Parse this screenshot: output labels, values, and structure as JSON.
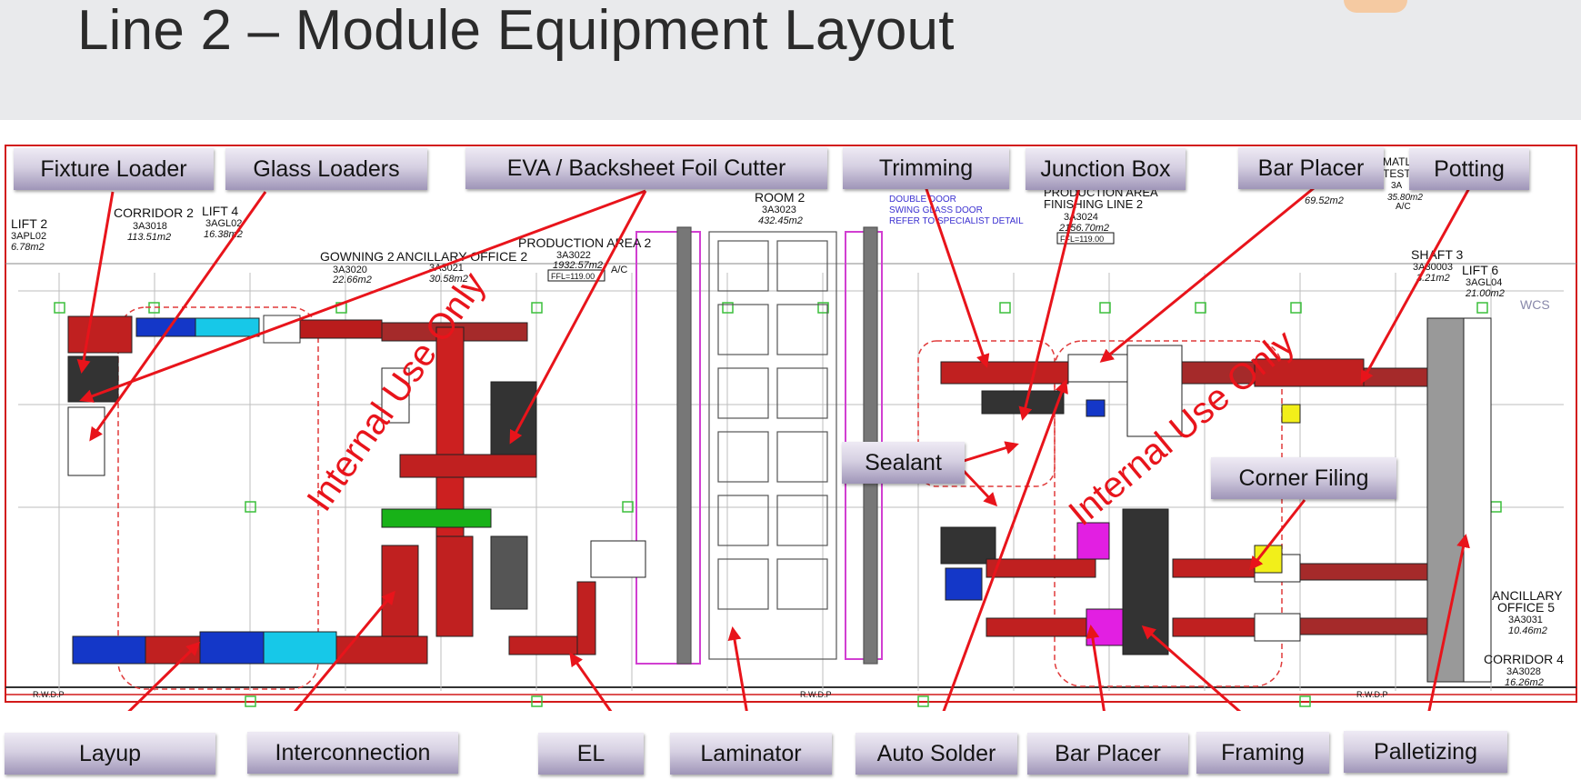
{
  "title": "Line 2 – Module Equipment Layout",
  "watermark": "Internal Use Only",
  "labels_top": {
    "fixture_loader": "Fixture Loader",
    "glass_loaders": "Glass Loaders",
    "eva_cutter": "EVA  / Backsheet Foil Cutter",
    "trimming": "Trimming",
    "junction_box": "Junction Box",
    "bar_placer_top": "Bar Placer",
    "potting": "Potting"
  },
  "labels_mid": {
    "sealant": "Sealant",
    "corner_filing": "Corner Filing"
  },
  "labels_bottom": {
    "layup": "Layup",
    "interconnection": "Interconnection",
    "el": "EL",
    "laminator": "Laminator",
    "auto_solder": "Auto Solder",
    "bar_placer_bottom": "Bar Placer",
    "framing": "Framing",
    "palletizing": "Palletizing"
  },
  "rooms": {
    "corridor_2": "CORRIDOR 2",
    "r3a3018": "3A3018",
    "a_3018": "113.51m2",
    "lift_4": "LIFT 4",
    "r3agl02": "3AGL02",
    "a_gl02": "16.38m2",
    "lift_2": "LIFT 2",
    "r3apl02": "3APL02",
    "a_pl02": "6.78m2",
    "gowning_2": "GOWNING 2",
    "r3a3020": "3A3020",
    "a_3020": "22.66m2",
    "ancillary_2": "ANCILLARY OFFICE 2",
    "r3a3021": "3A3021",
    "a_3021": "30.58m2",
    "production_2": "PRODUCTION AREA 2",
    "r3a3022": "3A3022",
    "a_3022": "1932.57m2",
    "ffl_1": "FFL=119.00",
    "room_2": "ROOM 2",
    "r3a3023": "3A3023",
    "a_3023": "432.45m2",
    "door_1": "DOUBLE DOOR",
    "door_2": "SWING GLASS DOOR",
    "door_3": "REFER TO SPECIALIST DETAIL",
    "finishing_1": "PRODUCTION AREA",
    "finishing_2": "FINISHING LINE 2",
    "r3a3024": "3A3024",
    "a_3024": "2156.70m2",
    "ffl_2": "FFL=119.00",
    "a_bar": "69.52m2",
    "mat_1": "MATL",
    "mat_2": "TEST",
    "mat_3": "3A",
    "mat_4": "35.80m2",
    "mat_5": "A/C",
    "shaft_3": "SHAFT 3",
    "r3a30003": "3A30003",
    "a_30003": "3.21m2",
    "lift_6": "LIFT 6",
    "r3agl04": "3AGL04",
    "a_gl04": "21.00m2",
    "ancillary_5_1": "ANCILLARY",
    "ancillary_5_2": "OFFICE 5",
    "r3a3031": "3A3031",
    "a_3031": "10.46m2",
    "corridor_4": "CORRIDOR 4",
    "r3a3028": "3A3028",
    "a_3028": "16.26m2",
    "rwdp": "R.W.D.P",
    "ac": "A/C",
    "wcs": "WCS"
  },
  "colors": {
    "arrow": "#e8141b",
    "watermark": "#e8141b",
    "label_top": "#eeeaf4",
    "label_bottom": "#9f95b8"
  }
}
